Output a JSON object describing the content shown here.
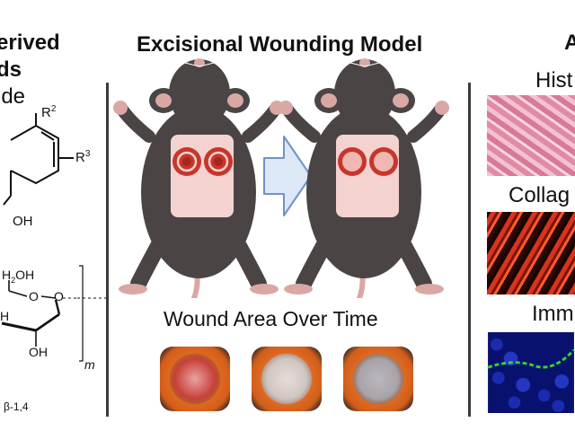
{
  "left_panel": {
    "title_line1": "erived",
    "title_line2": "ds",
    "subtitle": "ide",
    "r2": "R",
    "r2_sup": "2",
    "r3": "R",
    "r3_sup": "3",
    "oh_top": "OH",
    "ch2oh": "H",
    "ch2oh_sub": "2",
    "ch2oh_end": "OH",
    "o_ring": "O",
    "o_link": "O",
    "h_left": "H",
    "oh_bottom": "OH",
    "m_subscript": "m",
    "linkage": "β-1,4"
  },
  "center_panel": {
    "title": "Excisional Wounding Model",
    "wound_label": "Wound Area Over Time"
  },
  "right_panel": {
    "title_fragment": "A",
    "histology_label": "Hist",
    "collagen_label": "Collag",
    "immuno_label": "Imm"
  },
  "colors": {
    "mouse_body": "#4a4544",
    "mouse_skin": "#f4d2d0",
    "paw_pink": "#d9a7a4",
    "wound_red": "#c7362c",
    "splint_orange": "#e06820",
    "arrow_fill": "#dde8f6",
    "arrow_stroke": "#6f93c6",
    "histology_pink": "#e38aa5",
    "collagen_red": "#d8331d",
    "immuno_blue": "#1a2bb0",
    "immuno_green": "#35d235"
  }
}
